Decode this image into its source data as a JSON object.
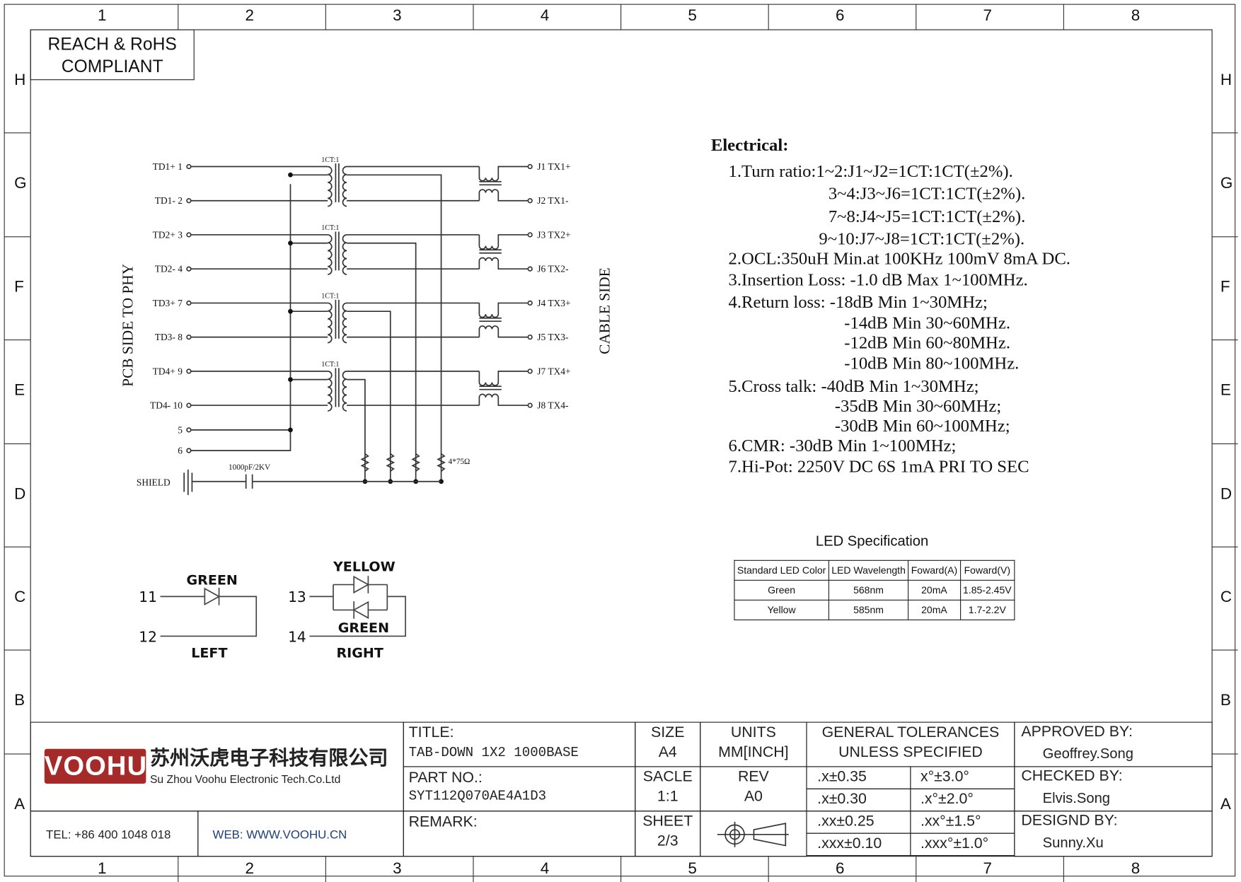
{
  "frame": {
    "columns": [
      "1",
      "2",
      "3",
      "4",
      "5",
      "6",
      "7",
      "8"
    ],
    "rows": [
      "H",
      "G",
      "F",
      "E",
      "D",
      "C",
      "B",
      "A"
    ]
  },
  "compliance": {
    "line1": "REACH & RoHS",
    "line2": "COMPLIANT"
  },
  "schematic": {
    "left_label": "PCB SIDE TO PHY",
    "right_label": "CABLE SIDE",
    "transformer_label": "1CT:1",
    "left_pins": [
      "TD1+ 1",
      "TD1- 2",
      "TD2+ 3",
      "TD2- 4",
      "TD3+ 7",
      "TD3- 8",
      "TD4+ 9",
      "TD4- 10",
      "5",
      "6"
    ],
    "right_pins": [
      "J1  TX1+",
      "J2  TX1-",
      "J3  TX2+",
      "J6  TX2-",
      "J4  TX3+",
      "J5  TX3-",
      "J7  TX4+",
      "J8  TX4-"
    ],
    "shield": "SHIELD",
    "capacitor": "1000pF/2KV",
    "resistors": "4*75Ω"
  },
  "led_circuit": {
    "left": {
      "pin_a": "11",
      "pin_b": "12",
      "led": "GREEN",
      "side": "LEFT"
    },
    "right": {
      "pin_a": "13",
      "pin_b": "14",
      "led_top": "YELLOW",
      "led_bottom": "GREEN",
      "side": "RIGHT"
    }
  },
  "electrical": {
    "title": "Electrical:",
    "lines": [
      "1.Turn ratio:1~2:J1~J2=1CT:1CT(±2%).",
      "3~4:J3~J6=1CT:1CT(±2%).",
      "7~8:J4~J5=1CT:1CT(±2%).",
      "9~10:J7~J8=1CT:1CT(±2%).",
      "2.OCL:350uH Min.at 100KHz 100mV 8mA DC.",
      "3.Insertion Loss: -1.0 dB Max 1~100MHz.",
      "4.Return loss: -18dB Min 1~30MHz;",
      "-14dB Min 30~60MHz.",
      "-12dB Min 60~80MHz.",
      "-10dB Min 80~100MHz.",
      "5.Cross talk: -40dB Min 1~30MHz;",
      "-35dB Min 30~60MHz;",
      "-30dB Min 60~100MHz;",
      "6.CMR: -30dB Min 1~100MHz;",
      "7.Hi-Pot: 2250V DC 6S 1mA PRI TO SEC"
    ]
  },
  "led_spec": {
    "title": "LED Specification",
    "headers": [
      "Standard LED Color",
      "LED Wavelength",
      "Foward(A)",
      "Foward(V)"
    ],
    "rows": [
      [
        "Green",
        "568nm",
        "20mA",
        "1.85-2.45V"
      ],
      [
        "Yellow",
        "585nm",
        "20mA",
        "1.7-2.2V"
      ]
    ]
  },
  "title_block": {
    "logo": "VOOHU",
    "company_cn": "苏州沃虎电子科技有限公司",
    "company_en": "Su Zhou Voohu Electronic Tech.Co.Ltd",
    "tel": "TEL: +86 400 1048 018",
    "web": "WEB: WWW.VOOHU.CN",
    "title_label": "TITLE:",
    "title": "TAB-DOWN 1X2 1000BASE",
    "part_label": "PART NO.:",
    "part": "SYT112Q070AE4A1D3",
    "remark_label": "REMARK:",
    "size_label": "SIZE",
    "size": "A4",
    "scale_label": "SACLE",
    "scale": "1:1",
    "sheet_label": "SHEET",
    "sheet": "2/3",
    "units_label": "UNITS",
    "units": "MM[INCH]",
    "rev_label": "REV",
    "rev": "A0",
    "tol_label1": "GENERAL TOLERANCES",
    "tol_label2": "UNLESS SPECIFIED",
    "tolerances": [
      [
        ".x±0.35",
        "x°±3.0°"
      ],
      [
        ".x±0.30",
        ".x°±2.0°"
      ],
      [
        ".xx±0.25",
        ".xx°±1.5°"
      ],
      [
        ".xxx±0.10",
        ".xxx°±1.0°"
      ]
    ],
    "approved_label": "APPROVED BY:",
    "approved": "Geoffrey.Song",
    "checked_label": "CHECKED BY:",
    "checked": "Elvis.Song",
    "designed_label": "DESIGND BY:",
    "designed": "Sunny.Xu"
  },
  "colors": {
    "logo_bg": "#a52a2a",
    "web": "#1f3f7a"
  }
}
